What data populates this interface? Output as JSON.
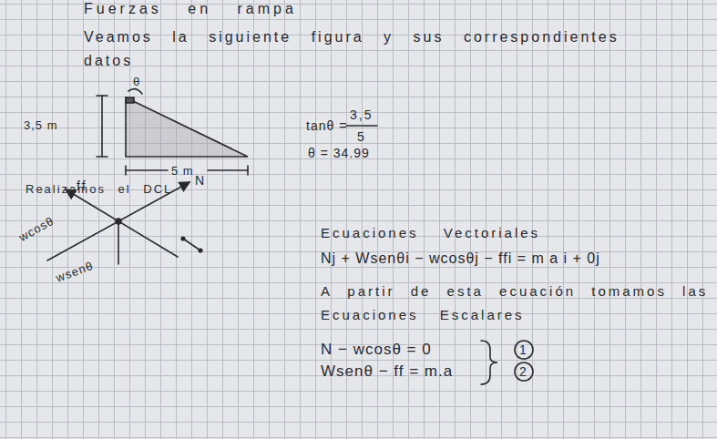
{
  "diagram": {
    "labels": [
      "Fuerzas en rampa",
      "Veamos la siguiente figura y sus correspondientes datos",
      "θ",
      "3,5 m",
      "5 m",
      "tanθ =",
      "3,5",
      "5",
      "θ = 34.99",
      "Realizamos el DCL",
      "ff",
      "N",
      "wcosθ",
      "wsenθ",
      "Ecuaciones Vectoriales",
      "Nj + Wsenθi − wcosθj − ffi = m a i + 0j",
      "A partir de esta ecuación tomamos las",
      "Ecuaciones Escalares",
      "N − wcosθ = 0",
      "Wsenθ − ff = m.a",
      "1",
      "2"
    ]
  }
}
